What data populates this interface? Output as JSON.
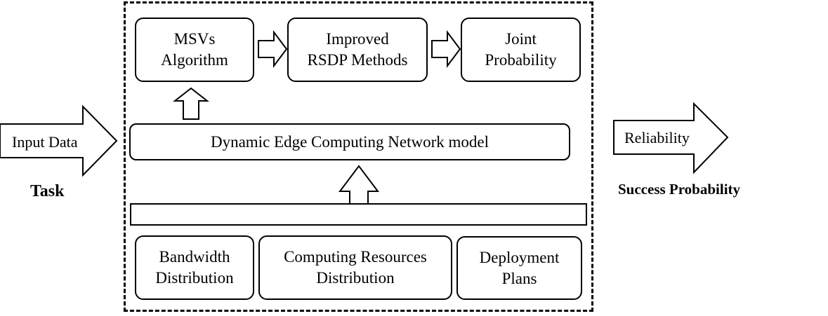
{
  "algorithm_boxes": [
    {
      "lines": [
        "MSVs",
        "Algorithm"
      ]
    },
    {
      "lines": [
        "Improved",
        "RSDP Methods"
      ]
    },
    {
      "lines": [
        "Joint",
        "Probability"
      ]
    }
  ],
  "network_model": "Dynamic Edge Computing Network model",
  "resource_boxes": [
    {
      "lines": [
        "Bandwidth",
        "Distribution"
      ]
    },
    {
      "lines": [
        "Computing Resources",
        "Distribution"
      ]
    },
    {
      "lines": [
        "Deployment",
        "Plans"
      ]
    }
  ],
  "input": {
    "arrow_text": "Input Data",
    "label": "Task"
  },
  "output": {
    "arrow_text": "Reliability",
    "label": "Success Probability"
  }
}
